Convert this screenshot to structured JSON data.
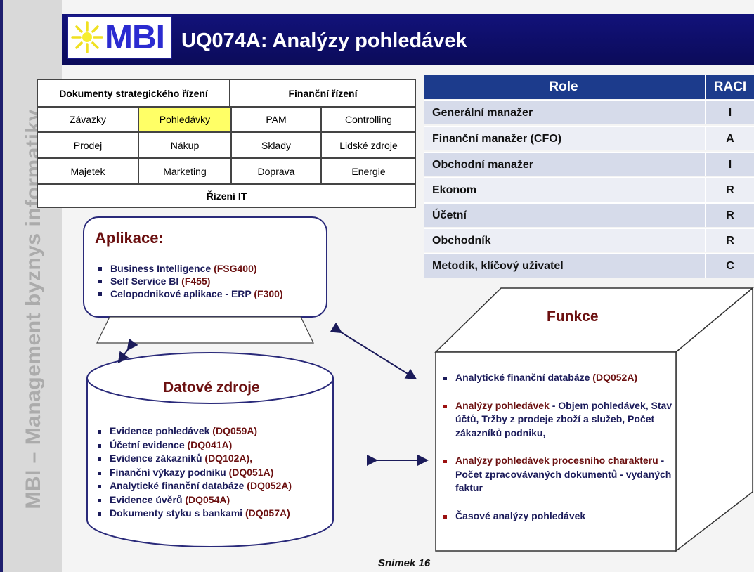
{
  "sidebar": {
    "text": "MBI – Management byznys informatiky"
  },
  "header": {
    "logo_text": "MBI",
    "title": "UQ074A: Analýzy pohledávek"
  },
  "colors": {
    "header": "#12127a",
    "table_header": "#1c3b8c",
    "highlight": "#ffff66",
    "code": "#6b1010",
    "bullet_text": "#1b1b5a"
  },
  "area_grid": {
    "top": [
      "Dokumenty strategického řízení",
      "Finanční řízení"
    ],
    "row1": [
      "Závazky",
      "Pohledávky",
      "PAM",
      "Controlling"
    ],
    "row2": [
      "Prodej",
      "Nákup",
      "Sklady",
      "Lidské zdroje"
    ],
    "row3": [
      "Majetek",
      "Marketing",
      "Doprava",
      "Energie"
    ],
    "bottom": "Řízení IT",
    "highlighted": "Pohledávky"
  },
  "raci": {
    "header": {
      "role": "Role",
      "raci": "RACI"
    },
    "rows": [
      {
        "role": "Generální manažer",
        "value": "I"
      },
      {
        "role": "Finanční manažer (CFO)",
        "value": "A"
      },
      {
        "role": "Obchodní manažer",
        "value": "I"
      },
      {
        "role": "Ekonom",
        "value": "R"
      },
      {
        "role": "Účetní",
        "value": "R"
      },
      {
        "role": "Obchodník",
        "value": "R"
      },
      {
        "role": "Metodik, klíčový uživatel",
        "value": "C"
      }
    ]
  },
  "applications": {
    "title": "Aplikace:",
    "items": [
      {
        "text": "Business Intelligence ",
        "code": "(FSG400)"
      },
      {
        "text": "Self Service BI ",
        "code": "(F455)"
      },
      {
        "text": "Celopodnikové aplikace - ERP ",
        "code": "(F300)"
      }
    ]
  },
  "data_sources": {
    "title": "Datové zdroje",
    "items": [
      {
        "text": "Evidence pohledávek ",
        "code": "(DQ059A)"
      },
      {
        "text": "Účetní evidence ",
        "code": "(DQ041A)"
      },
      {
        "text": "Evidence zákazníků ",
        "code": "(DQ102A),"
      },
      {
        "text": "Finanční výkazy podniku ",
        "code": "(DQ051A)"
      },
      {
        "text": "Analytické finanční databáze ",
        "code": "(DQ052A)"
      },
      {
        "text": "Evidence úvěrů ",
        "code": "(DQ054A)"
      },
      {
        "text": "Dokumenty styku s bankami ",
        "code": "(DQ057A)"
      }
    ]
  },
  "functions": {
    "title": "Funkce",
    "items": [
      {
        "lead": "",
        "text": "Analytické finanční databáze ",
        "code": "(DQ052A)"
      },
      {
        "lead": "Analýzy pohledávek",
        "text": " - Objem pohledávek, Stav účtů, Tržby z prodeje zboží a služeb, Počet zákazníků podniku,",
        "code": ""
      },
      {
        "lead": "Analýzy pohledávek procesního charakteru",
        "text": " - Počet zpracovávaných dokumentů - vydaných faktur",
        "code": ""
      },
      {
        "lead": "Časové analýzy pohledávek",
        "text": "",
        "code": ""
      }
    ]
  },
  "footer": {
    "slide_label": "Snímek  16"
  }
}
